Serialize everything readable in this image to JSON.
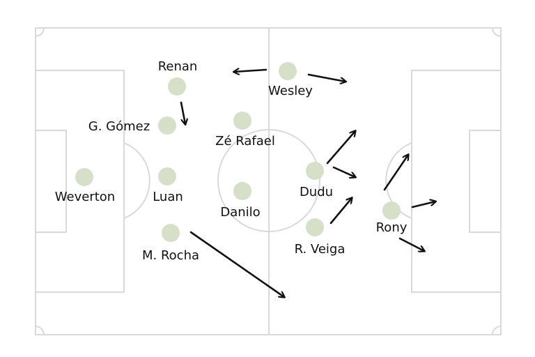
{
  "colors": {
    "pitch_lines": "#d9d9d9",
    "player_dot": "#d6e0c8",
    "label_text": "#111111",
    "arrow": "#111111",
    "background": "#ffffff"
  },
  "players": [
    {
      "id": "weverton",
      "name": "Weverton"
    },
    {
      "id": "renan",
      "name": "Renan"
    },
    {
      "id": "g-gomez",
      "name": "G. Gómez"
    },
    {
      "id": "luan",
      "name": "Luan"
    },
    {
      "id": "m-rocha",
      "name": "M. Rocha"
    },
    {
      "id": "ze-rafael",
      "name": "Zé Rafael"
    },
    {
      "id": "danilo",
      "name": "Danilo"
    },
    {
      "id": "wesley",
      "name": "Wesley"
    },
    {
      "id": "dudu",
      "name": "Dudu"
    },
    {
      "id": "r-veiga",
      "name": "R. Veiga"
    },
    {
      "id": "rony",
      "name": "Rony"
    }
  ]
}
